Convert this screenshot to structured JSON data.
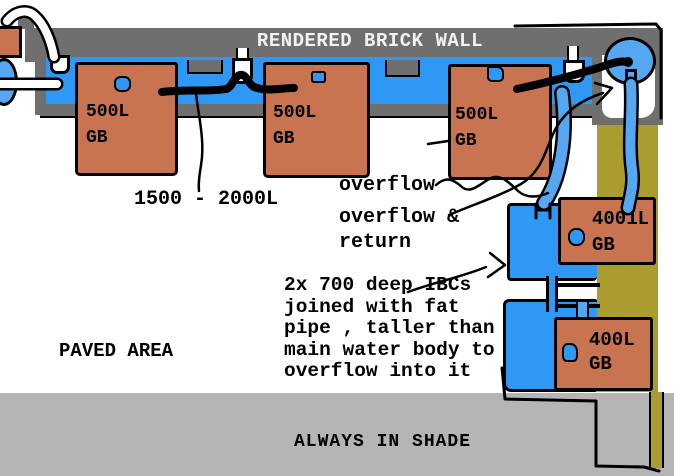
{
  "diagram": {
    "wall_title": "RENDERED BRICK WALL",
    "left_tanks": [
      {
        "label": "500L\nGB"
      },
      {
        "label": "500L\nGB"
      },
      {
        "label": "500L\nGB"
      }
    ],
    "right_tanks": [
      {
        "label": "4001L\nGB"
      },
      {
        "label": "400L\nGB"
      }
    ],
    "capacity_note": "1500 - 2000L",
    "overflow_label": "overflow",
    "overflow_return_label": "overflow &\nreturn",
    "ibc_note": "2x 700 deep IBCs\njoined with fat\npipe , taller than\nmain water body to\noverflow into it",
    "paved_label": "PAVED AREA",
    "shade_label": "ALWAYS IN SHADE"
  },
  "colors": {
    "wall_gray": "#6f6f6f",
    "shade_gray": "#b5b5b5",
    "water_blue": "#2f98f5",
    "pipe_blue": "#55a7f2",
    "tank_orange": "#c87450",
    "sand_olive": "#aa9c2e",
    "outline_black": "#000000",
    "pipe_white": "#ffffff"
  }
}
